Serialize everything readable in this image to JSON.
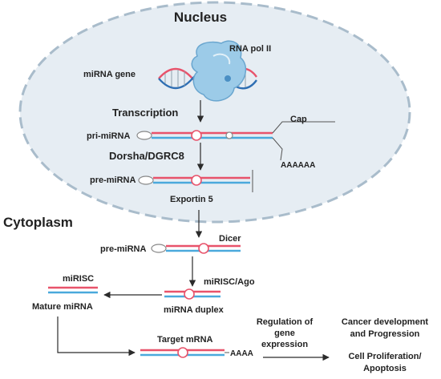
{
  "compartments": {
    "nucleus": "Nucleus",
    "cytoplasm": "Cytoplasm"
  },
  "nuclear_steps": {
    "rna_pol": "RNA pol II",
    "mirna_gene": "miRNA gene",
    "transcription": "Transcription",
    "pri_mirna": "pri-miRNA",
    "cap": "Cap",
    "poly_a": "AAAAAA",
    "dorsha": "Dorsha/DGRC8",
    "pre_mirna": "pre-miRNA",
    "exportin": "Exportin 5"
  },
  "cytoplasm_steps": {
    "pre_mirna": "pre-miRNA",
    "dicer": "Dicer",
    "misc_ago": "miRISC/Ago",
    "duplex": "miRNA duplex",
    "mirisc": "miRISC",
    "mature": "Mature miRNA",
    "target": "Target mRNA",
    "target_tail": "AAAA"
  },
  "outcomes": {
    "regulation_line1": "Regulation of",
    "regulation_line2": "gene",
    "regulation_line3": "expression",
    "cancer_line1": "Cancer development",
    "cancer_line2": "and Progression",
    "cell_line1": "Cell Proliferation/",
    "cell_line2": "Apoptosis"
  },
  "colors": {
    "nucleus_fill": "#e6edf3",
    "nucleus_dash": "#a9bccb",
    "rna_strand_a": "#e8536b",
    "rna_strand_b": "#4aa9dc",
    "polymerase": "#9ccbe8",
    "arrow": "#2b2b2b"
  }
}
